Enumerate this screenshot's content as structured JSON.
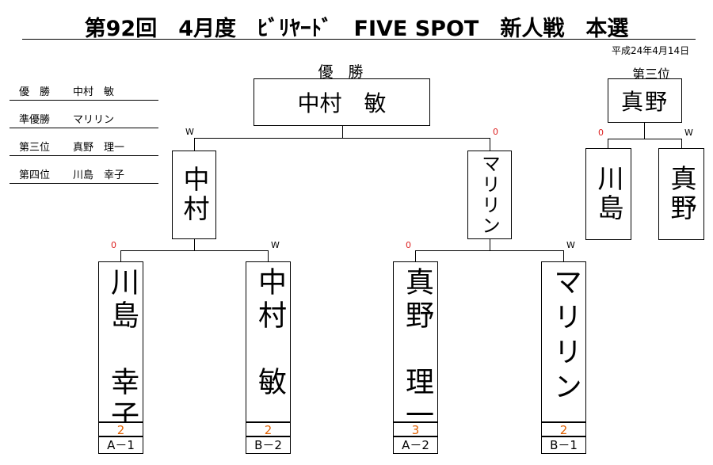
{
  "title": "第92回　4月度　ﾋﾞﾘﾔｰﾄﾞ　FIVE SPOT　新人戦　本選",
  "date": "平成24年4月14日",
  "ranking": [
    {
      "label": "優　勝",
      "name": "中村　敏"
    },
    {
      "label": "準優勝",
      "name": "マリリン"
    },
    {
      "label": "第三位",
      "name": "真野　理一"
    },
    {
      "label": "第四位",
      "name": "川島　幸子"
    }
  ],
  "final": {
    "label": "優　勝",
    "winner": "中村　敏"
  },
  "third_place": {
    "label": "第三位",
    "winner": "真野"
  },
  "semis": {
    "left": {
      "name": "中村",
      "marker": "W"
    },
    "right": {
      "name": "マリリン",
      "marker": "0"
    }
  },
  "third_match": {
    "left": {
      "name": "川島",
      "marker": "0"
    },
    "right": {
      "name": "真野",
      "marker": "W"
    }
  },
  "first_round": [
    {
      "name": "川島　幸子",
      "marker": "0",
      "score": "2",
      "code": "A－1"
    },
    {
      "name": "中村　敏",
      "marker": "W",
      "score": "2",
      "code": "B－2"
    },
    {
      "name": "真野　理一",
      "marker": "0",
      "score": "3",
      "code": "A－2"
    },
    {
      "name": "マリリン",
      "marker": "W",
      "score": "2",
      "code": "B－1"
    }
  ],
  "colors": {
    "marker_zero": "#dd2222",
    "score": "#e06000"
  }
}
